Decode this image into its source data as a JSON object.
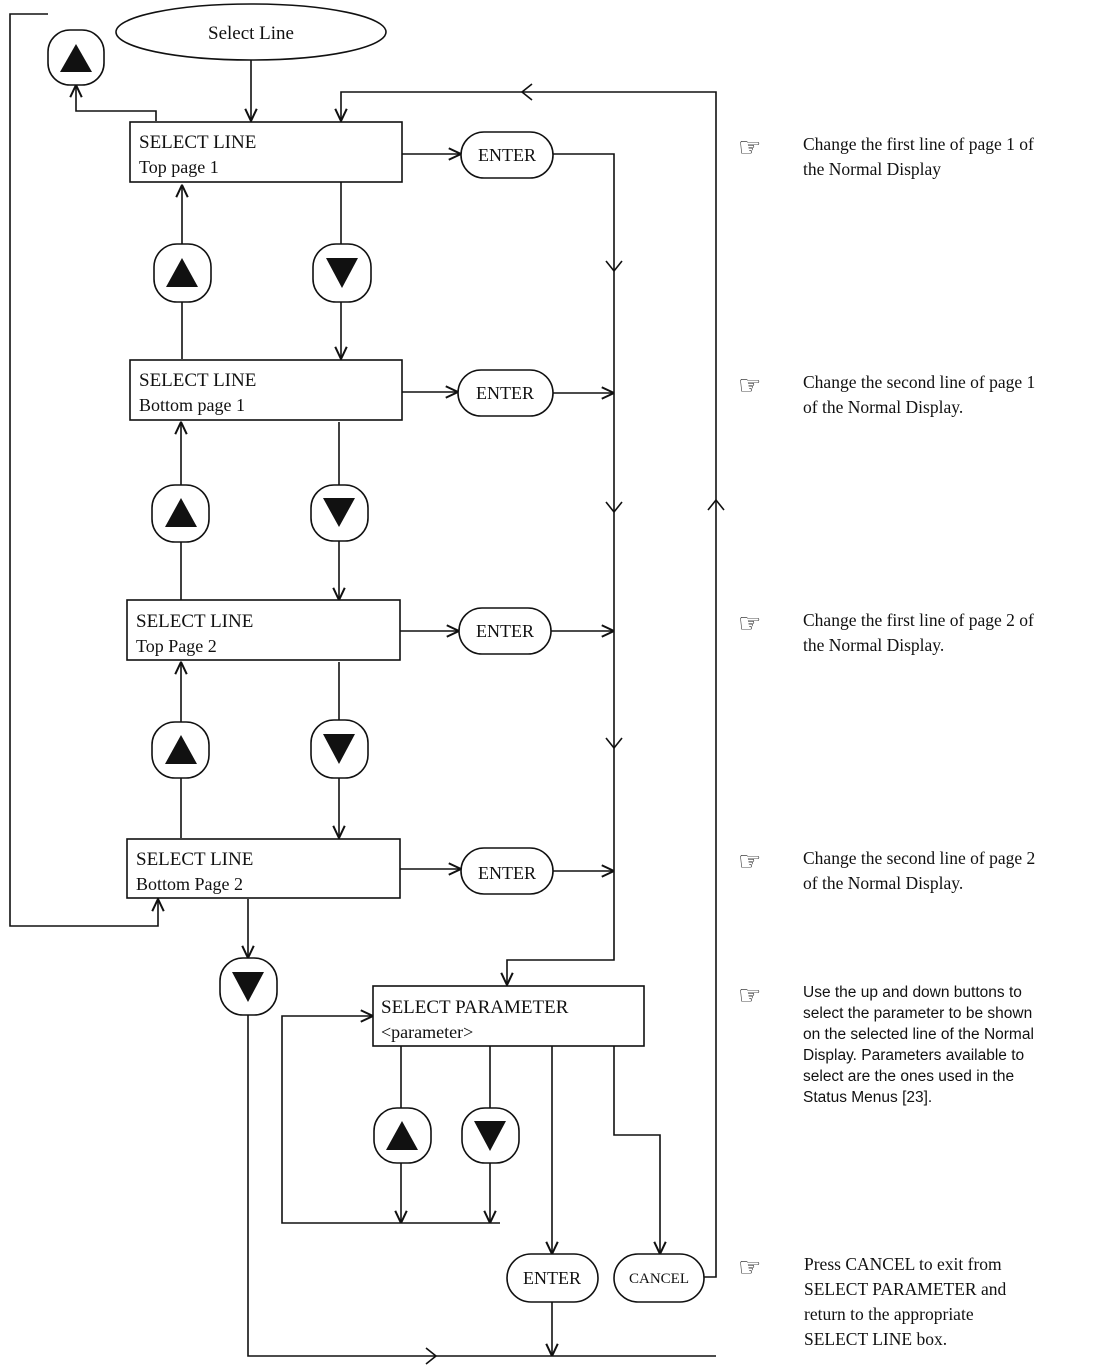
{
  "start_node": "Select Line",
  "boxes": {
    "top_page_1": {
      "title": "SELECT LINE",
      "subtitle": "Top page 1"
    },
    "bottom_page_1": {
      "title": "SELECT LINE",
      "subtitle": "Bottom page 1"
    },
    "top_page_2": {
      "title": "SELECT LINE",
      "subtitle": "Top Page 2"
    },
    "bottom_page_2": {
      "title": "SELECT LINE",
      "subtitle": "Bottom Page 2"
    },
    "select_parameter": {
      "title": "SELECT PARAMETER",
      "subtitle": "<parameter>"
    }
  },
  "buttons": {
    "enter": "ENTER",
    "cancel": "CANCEL"
  },
  "icons": {
    "up": "up-arrow-button-icon",
    "down": "down-arrow-button-icon",
    "note": "pointing-hand-icon"
  },
  "notes": [
    {
      "lines": [
        "Change the first line of page 1 of",
        "the Normal  Display"
      ]
    },
    {
      "lines": [
        "Change the second line of page 1",
        "of the Normal Display."
      ]
    },
    {
      "lines": [
        "Change the first line of page 2 of",
        "the Normal Display."
      ]
    },
    {
      "lines": [
        "Change the second line of page 2",
        "of the Normal Display."
      ]
    },
    {
      "lines": [
        "Use the up and down buttons to",
        "select the parameter to be shown",
        "on the selected line of the Normal",
        "Display. Parameters available to",
        "select are the ones used in the",
        "Status Menus [23]."
      ]
    },
    {
      "lines": [
        "Press CANCEL to exit from",
        "SELECT PARAMETER and",
        "return to the  appropriate",
        "SELECT LINE box."
      ]
    }
  ]
}
